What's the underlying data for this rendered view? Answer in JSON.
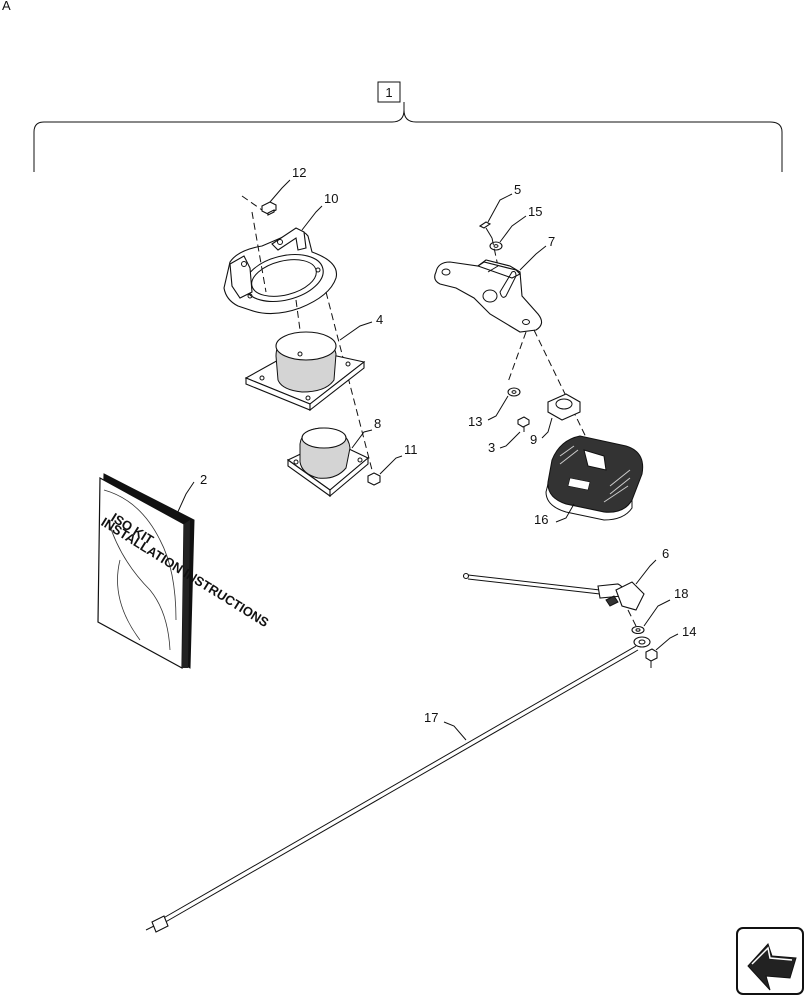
{
  "corner_mark": "A",
  "callouts": {
    "kit": "1",
    "manual": "2",
    "screw_3": "3",
    "boot": "4",
    "screw_5": "5",
    "harness": "6",
    "bracket": "7",
    "grommet": "8",
    "clip": "9",
    "cup_bracket": "10",
    "nut_11": "11",
    "bolt_12": "12",
    "washer_13": "13",
    "bolt_14": "14",
    "washer_15": "15",
    "controller": "16",
    "antenna": "17",
    "washer_18": "18"
  },
  "manual_cover": {
    "line1": "ISO KIT",
    "line2": "INSTALLATION INSTRUCTIONS"
  },
  "icons": {
    "nav": "next-page-arrow-icon"
  }
}
